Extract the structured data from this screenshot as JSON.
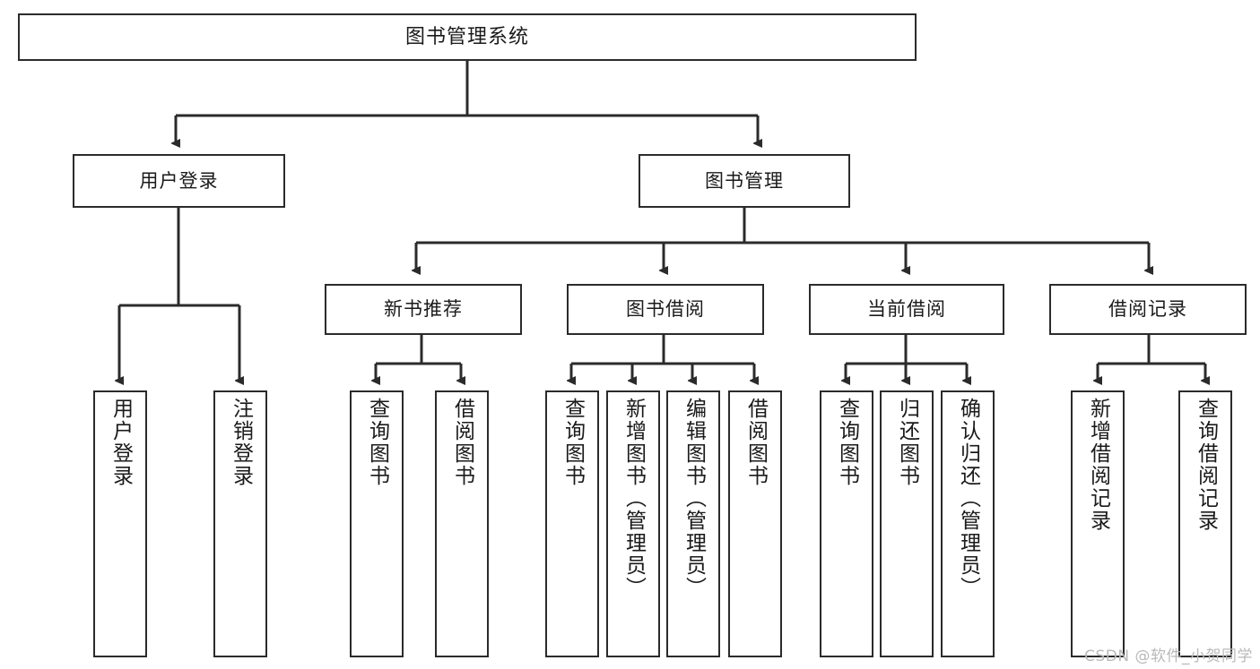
{
  "diagram": {
    "title": "图书管理系统",
    "type": "tree-hierarchy-chart",
    "watermark": "CSDN @软件_小贺同学",
    "colors": {
      "box_border": "#2b2b2b",
      "box_fill": "#ffffff",
      "edge": "#2b2b2b",
      "text": "#1a1a1a",
      "watermark": "#b9b9b9"
    }
  },
  "nodes": {
    "root": {
      "label": "图书管理系统"
    },
    "level1": [
      {
        "id": "user-login",
        "label": "用户登录"
      },
      {
        "id": "book-manage",
        "label": "图书管理"
      }
    ],
    "level2": [
      {
        "id": "new-book-recommend",
        "label": "新书推荐"
      },
      {
        "id": "book-borrow",
        "label": "图书借阅"
      },
      {
        "id": "current-borrow",
        "label": "当前借阅"
      },
      {
        "id": "borrow-record",
        "label": "借阅记录"
      }
    ],
    "leaves": {
      "user-login": [
        {
          "id": "leaf-user-login",
          "label": "用户登录"
        },
        {
          "id": "leaf-logout-login",
          "label": "注销登录"
        }
      ],
      "new-book-recommend": [
        {
          "id": "leaf-query-book-1",
          "label": "查询图书"
        },
        {
          "id": "leaf-borrow-book-1",
          "label": "借阅图书"
        }
      ],
      "book-borrow": [
        {
          "id": "leaf-query-book-2",
          "label": "查询图书"
        },
        {
          "id": "leaf-add-book",
          "label": "新增图书（管理员）"
        },
        {
          "id": "leaf-edit-book",
          "label": "编辑图书（管理员）"
        },
        {
          "id": "leaf-borrow-book-2",
          "label": "借阅图书"
        }
      ],
      "current-borrow": [
        {
          "id": "leaf-query-book-3",
          "label": "查询图书"
        },
        {
          "id": "leaf-return-book",
          "label": "归还图书"
        },
        {
          "id": "leaf-confirm-return",
          "label": "确认归还（管理员）"
        }
      ],
      "borrow-record": [
        {
          "id": "leaf-add-record",
          "label": "新增借阅记录"
        },
        {
          "id": "leaf-query-record",
          "label": "查询借阅记录"
        }
      ]
    }
  }
}
